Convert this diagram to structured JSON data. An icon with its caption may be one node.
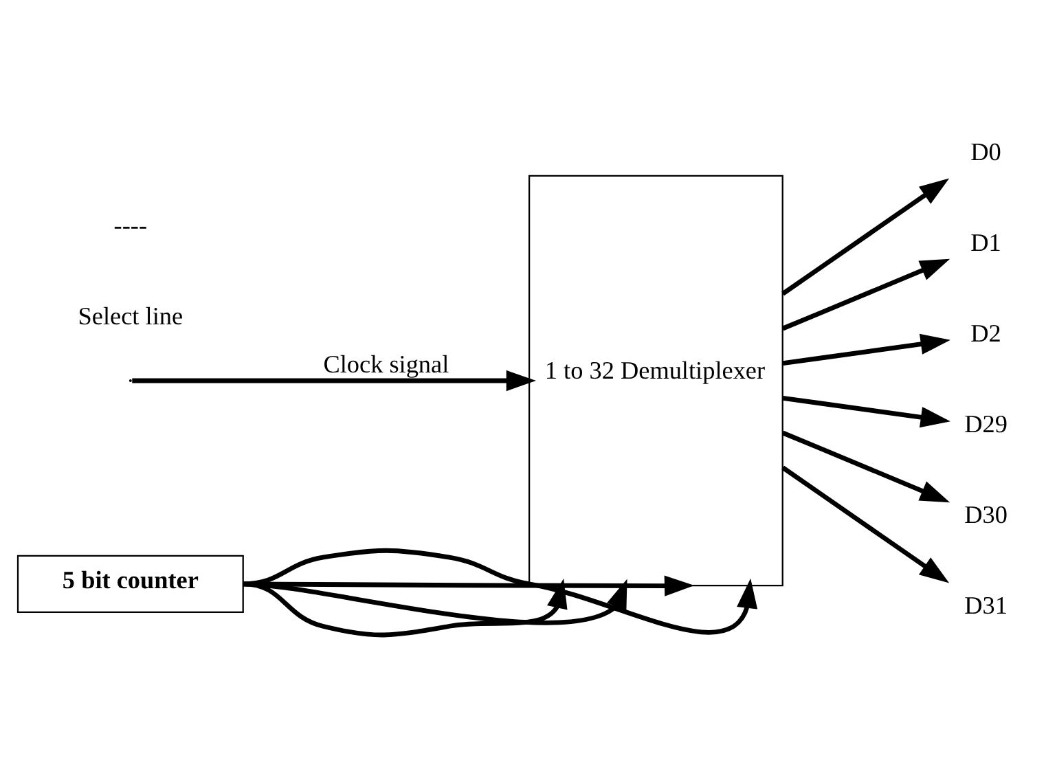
{
  "diagram": {
    "nodes": [
      {
        "text": [
          "1 to 32 Demultiplexer"
        ]
      },
      {
        "text": [
          "D0"
        ]
      },
      {
        "text": [
          "D1"
        ]
      },
      {
        "text": [
          "D2"
        ]
      },
      {
        "text": [
          "D29"
        ]
      },
      {
        "text": [
          "D30"
        ]
      },
      {
        "text": [
          "D31"
        ]
      },
      {
        "text": [
          "5 bit counter"
        ]
      }
    ],
    "edges": [
      {
        "from": null,
        "to": 0,
        "arrow": "to",
        "label": "Clock signal"
      },
      {
        "from": 0,
        "to": 1,
        "arrow": "to"
      },
      {
        "from": 0,
        "to": 2,
        "arrow": "to"
      },
      {
        "from": 0,
        "to": 3,
        "arrow": "to"
      },
      {
        "from": 0,
        "to": 4,
        "arrow": "to"
      },
      {
        "from": 0,
        "to": 5,
        "arrow": "to"
      },
      {
        "from": 0,
        "to": 6,
        "arrow": "to"
      },
      {
        "from": 7,
        "to": 0,
        "arrow": "to"
      },
      {
        "from": 7,
        "to": 0,
        "arrow": "to"
      },
      {
        "from": 7,
        "to": 0,
        "arrow": "to"
      },
      {
        "from": 7,
        "to": 0,
        "arrow": "to"
      }
    ],
    "labels": [
      "Select line",
      "----"
    ]
  }
}
